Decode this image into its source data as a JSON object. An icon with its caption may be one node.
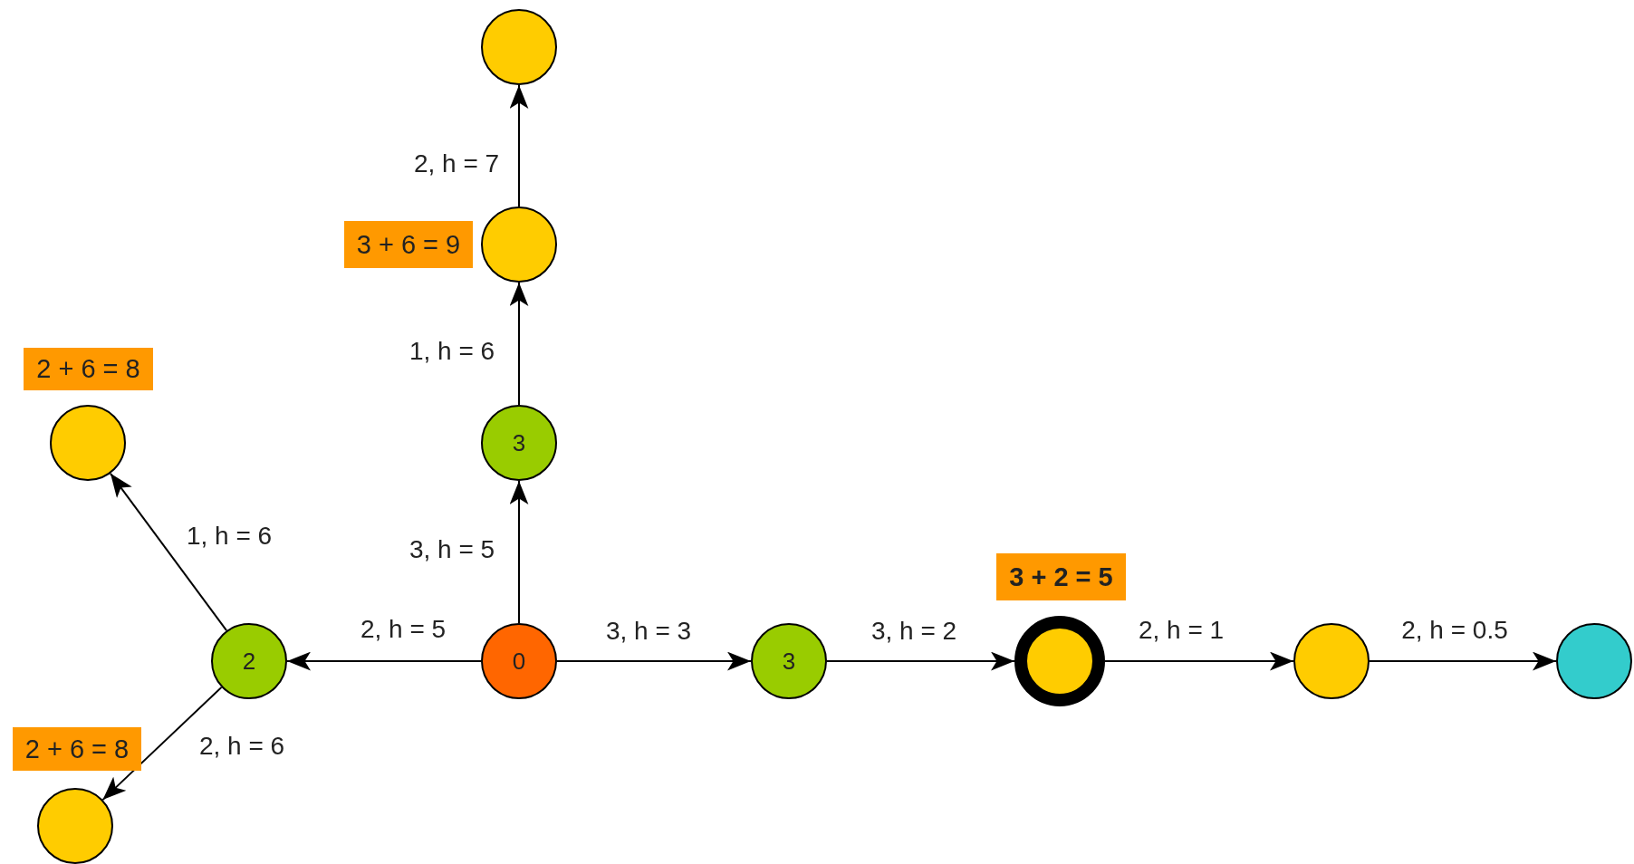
{
  "diagram": {
    "nodes": [
      {
        "text": [],
        "shape": "circle"
      },
      {
        "text": [],
        "shape": "circle",
        "beside": [
          "3 + 6 = 9"
        ]
      },
      {
        "text": [],
        "shape": "circle",
        "beside": [
          "2 + 6 = 8"
        ]
      },
      {
        "text": [
          "3"
        ]
      },
      {
        "text": [
          "2"
        ]
      },
      {
        "text": [
          "0"
        ]
      },
      {
        "text": [
          "3"
        ]
      },
      {
        "text": [],
        "shape": "circle",
        "beside": [
          "3 + 2 = 5"
        ]
      },
      {
        "text": [],
        "shape": "circle"
      },
      {
        "text": [],
        "shape": "circle"
      },
      {
        "text": [],
        "shape": "circle",
        "beside": [
          "2 + 6 = 8"
        ]
      }
    ],
    "edges": [
      {
        "from": 5,
        "to": 3,
        "arrow": "to",
        "label": "3, h = 5"
      },
      {
        "from": 3,
        "to": 1,
        "arrow": "to",
        "label": "1, h = 6"
      },
      {
        "from": 1,
        "to": 0,
        "arrow": "to",
        "label": "2, h = 7"
      },
      {
        "from": 5,
        "to": 4,
        "arrow": "to",
        "label": "2, h = 5"
      },
      {
        "from": 4,
        "to": 2,
        "arrow": "to",
        "label": "1, h = 6"
      },
      {
        "from": 4,
        "to": 10,
        "arrow": "to",
        "label": "2, h = 6"
      },
      {
        "from": 5,
        "to": 6,
        "arrow": "to",
        "label": "3, h = 3"
      },
      {
        "from": 6,
        "to": 7,
        "arrow": "to",
        "label": "3, h = 2"
      },
      {
        "from": 7,
        "to": 8,
        "arrow": "to",
        "label": "2, h = 1"
      },
      {
        "from": 8,
        "to": 9,
        "arrow": "to",
        "label": "2, h = 0.5"
      }
    ]
  }
}
